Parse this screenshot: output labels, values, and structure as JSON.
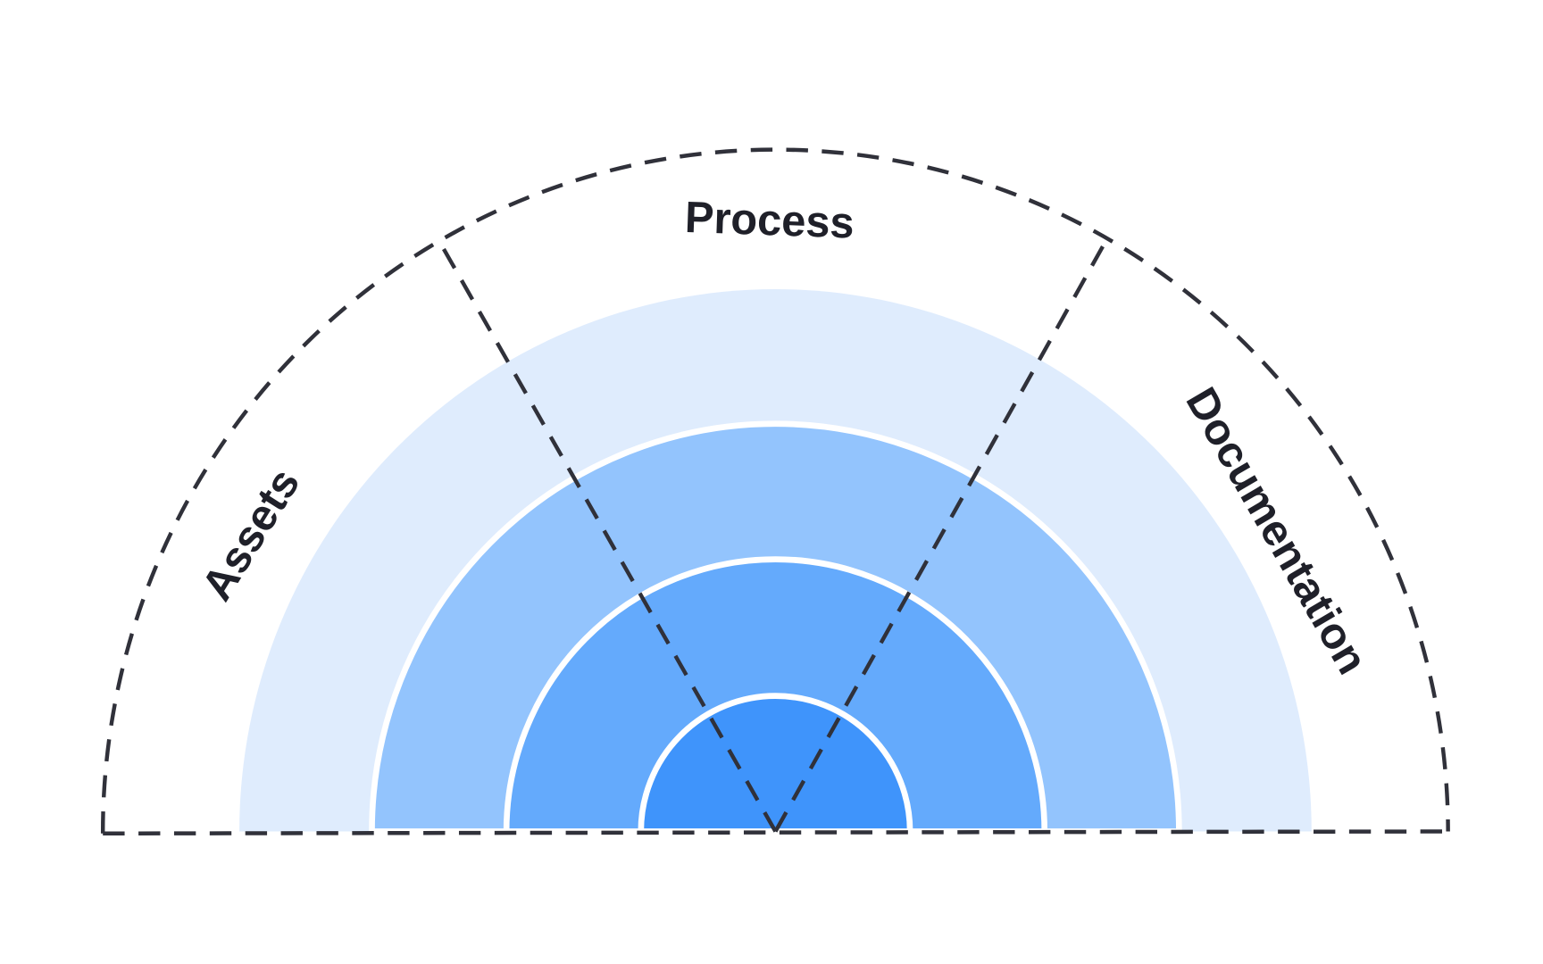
{
  "labels": {
    "process": "Process",
    "assets": "Assets",
    "documentation": "Documentation"
  },
  "colors": {
    "ring1": "#dfecfd",
    "ring2": "#93c4fd",
    "ring3": "#64aafc",
    "ring4": "#3f94fb",
    "dash": "#30313a"
  }
}
